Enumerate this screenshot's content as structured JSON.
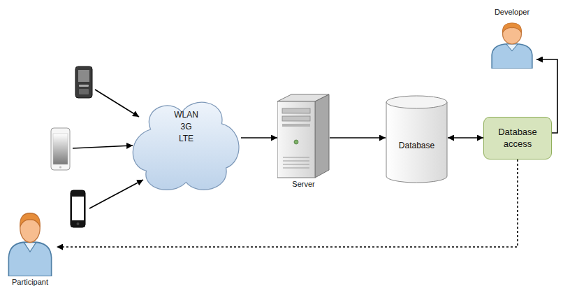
{
  "diagram": {
    "nodes": [
      {
        "text": [
          "WLAN 3G LTE"
        ]
      },
      {
        "text": [
          "Server"
        ]
      },
      {
        "text": [
          "Database"
        ]
      },
      {
        "text": [
          "Database access"
        ]
      },
      {
        "text": [
          "Developer"
        ]
      },
      {
        "text": [
          "Participant"
        ]
      }
    ],
    "edges": [
      {
        "from": 0,
        "to": 1,
        "arrow": "to"
      },
      {
        "from": 1,
        "to": 2,
        "arrow": "to"
      },
      {
        "from": 2,
        "to": 3,
        "arrow": "both"
      },
      {
        "from": 3,
        "to": 4,
        "arrow": "to"
      },
      {
        "from": 3,
        "to": 5,
        "arrow": "to"
      }
    ]
  }
}
